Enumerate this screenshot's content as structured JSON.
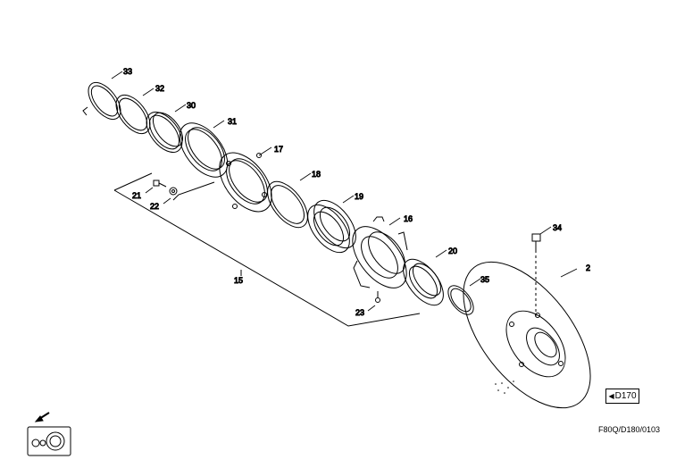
{
  "callouts": {
    "c33": "33",
    "c32": "32",
    "c30": "30",
    "c31": "31",
    "c17": "17",
    "c18": "18",
    "c21": "21",
    "c22": "22",
    "c19": "19",
    "c16": "16",
    "c15": "15",
    "c20": "20",
    "c35": "35",
    "c34": "34",
    "c2": "2",
    "c23": "23"
  },
  "reference": {
    "arrow_icon": "left-triangle",
    "label": "D170"
  },
  "drawing_code": "F80Q/D180/0103"
}
